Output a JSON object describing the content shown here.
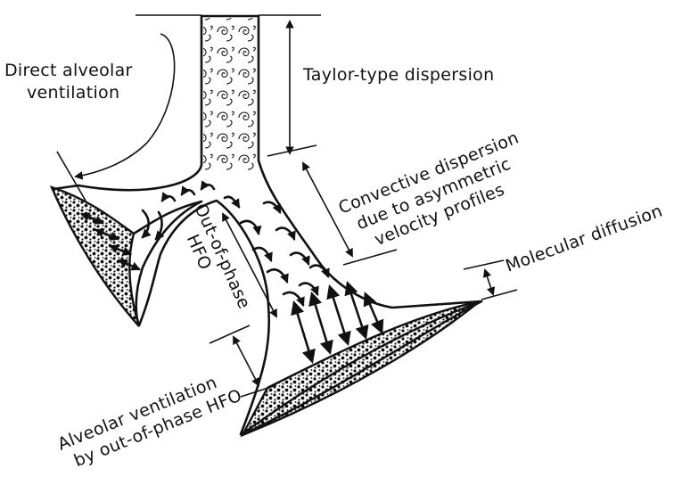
{
  "labels": {
    "direct_alveolar_line1": "Direct alveolar",
    "direct_alveolar_line2": "ventilation",
    "taylor": "Taylor-type dispersion",
    "convective_line1": "Convective dispersion",
    "convective_line2": "due to asymmetric",
    "convective_line3": "velocity profiles",
    "out_of_phase_line1": "Out-of-phase",
    "out_of_phase_line2": "HFO",
    "molecular": "Molecular diffusion",
    "alveolar_hfo_line1": "Alveolar ventilation",
    "alveolar_hfo_line2": "by out-of-phase HFO"
  }
}
